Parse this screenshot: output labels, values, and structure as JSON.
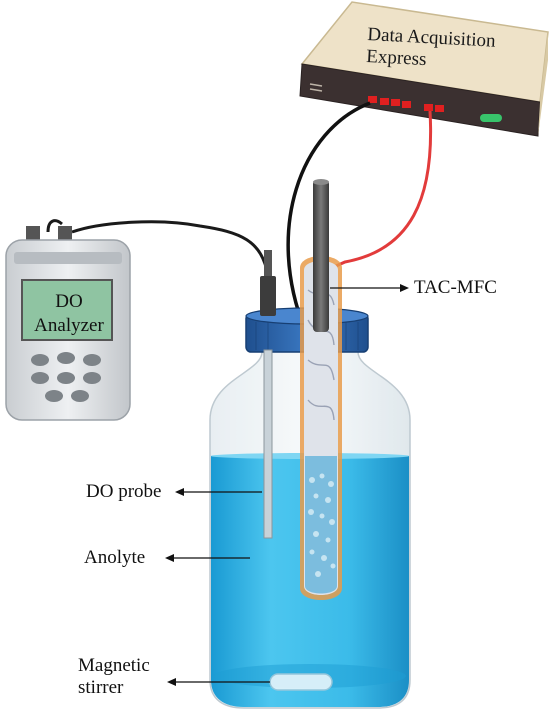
{
  "daq": {
    "title_line1": "Data Acquisition",
    "title_line2": "Express"
  },
  "analyzer": {
    "screen_line1": "DO",
    "screen_line2": "Analyzer"
  },
  "labels": {
    "tac_mfc": "TAC-MFC",
    "do_probe": "DO probe",
    "anolyte": "Anolyte",
    "stirrer_line1": "Magnetic",
    "stirrer_line2": "stirrer"
  },
  "colors": {
    "anolyte": "#2fb6e6",
    "cap": "#2a62a8",
    "red_wire": "#e23b3b",
    "black_wire": "#111111"
  }
}
